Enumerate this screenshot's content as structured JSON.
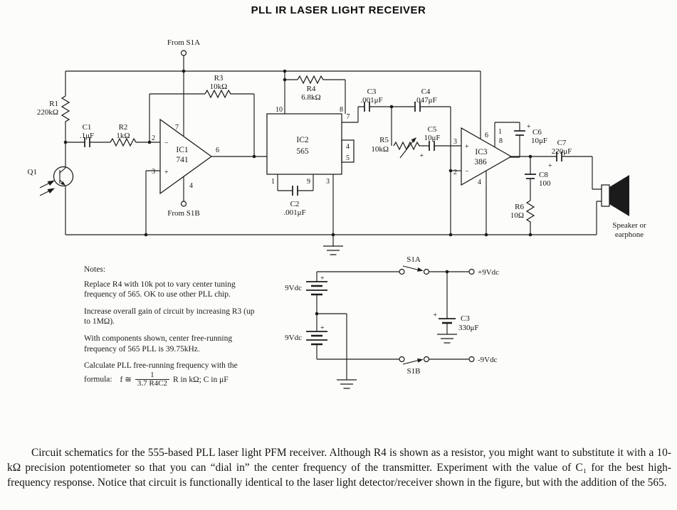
{
  "title": "PLL IR LASER LIGHT RECEIVER",
  "symbols": {
    "plus": "+",
    "minus": "−"
  },
  "schematic": {
    "from_s1a": "From S1A",
    "from_s1b": "From S1B",
    "r1": {
      "label": "R1",
      "value": "220kΩ"
    },
    "c1": {
      "label": "C1",
      "value": ".1μF"
    },
    "r2": {
      "label": "R2",
      "value": "1kΩ"
    },
    "q1": {
      "label": "Q1"
    },
    "ic1": {
      "label": "IC1",
      "value": "741",
      "pin2": "2",
      "pin3": "3",
      "pin7": "7",
      "pin4": "4",
      "pin6": "6"
    },
    "r3": {
      "label": "R3",
      "value": "10kΩ"
    },
    "r4": {
      "label": "R4",
      "value": "6.8kΩ"
    },
    "ic2": {
      "label": "IC2",
      "value": "565",
      "pin10": "10",
      "pin8": "8",
      "pin7": "7",
      "pin4": "4",
      "pin5": "5",
      "pin1": "1",
      "pin9": "9",
      "pin3": "3"
    },
    "c2": {
      "label": "C2",
      "value": ".001μF"
    },
    "c3": {
      "label": "C3",
      "value": ".001μF"
    },
    "c4": {
      "label": "C4",
      "value": ".047μF"
    },
    "r5": {
      "label": "R5",
      "value": "10kΩ"
    },
    "c5": {
      "label": "C5",
      "value": "10μF"
    },
    "ic3": {
      "label": "IC3",
      "value": "386",
      "pin3": "3",
      "pin2": "2",
      "pin6": "6",
      "pin4": "4",
      "pin1": "1",
      "pin8": "8"
    },
    "c6": {
      "label": "C6",
      "value": "10μF"
    },
    "c7": {
      "label": "C7",
      "value": "220μF"
    },
    "c8": {
      "label": "C8",
      "value": "100"
    },
    "r6": {
      "label": "R6",
      "value": "10Ω"
    },
    "speaker": {
      "line1": "Speaker or",
      "line2": "earphone"
    }
  },
  "power": {
    "battery1": {
      "value": "9Vdc"
    },
    "battery2": {
      "value": "9Vdc"
    },
    "s1a": "S1A",
    "s1b": "S1B",
    "out_pos": "+9Vdc",
    "out_neg": "-9Vdc",
    "c3": {
      "label": "C3",
      "value": "330μF"
    }
  },
  "notes": {
    "heading": "Notes:",
    "note1": "Replace R4 with 10k pot to vary center tuning frequency of 565.  OK to use other PLL chip.",
    "note2": "Increase overall gain of circuit by increasing R3 (up to 1MΩ).",
    "note3": "With components shown, center free-running frequency of 565 PLL is 39.75kHz.",
    "note4": "Calculate PLL free-running frequency with the formula:",
    "formula_lhs": "f ≅",
    "formula_num": "1",
    "formula_den": "3.7 R4C2",
    "formula_tail": "R in kΩ; C in μF"
  },
  "caption": "Circuit schematics for the 555-based PLL laser light PFM receiver. Although R4 is shown as a resistor, you might want to substitute it with a 10-kΩ precision potentiometer so that you can “dial in” the center frequency of the transmitter. Experiment with the value of C₁ for the best high-frequency response. Notice that circuit is functionally identical to the laser light detector/receiver shown in the figure, but with the addition of the 565."
}
